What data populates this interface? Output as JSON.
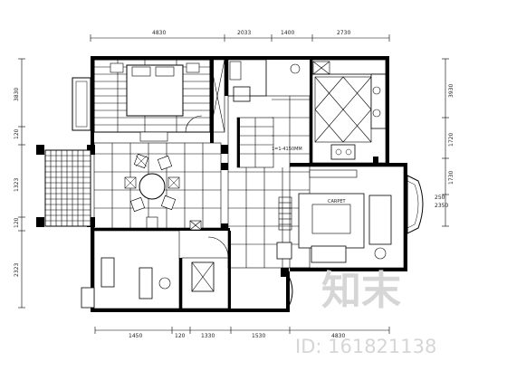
{
  "dimensions": {
    "top": [
      "4830",
      "2033",
      "1400",
      "2730"
    ],
    "bottom": [
      "1450",
      "120",
      "1330",
      "1530",
      "4830"
    ],
    "left": [
      "3830",
      "120",
      "1323",
      "120",
      "2323"
    ],
    "right": [
      "3930",
      "1720",
      "1730",
      "250",
      "2350"
    ]
  },
  "labels": {
    "carpet": "CARPET",
    "stair_note": "1=1-4150MM",
    "right_note_a": "250",
    "right_note_b": "2350"
  },
  "watermark": {
    "logo_text": "知末",
    "id_text": "ID: 161821138"
  },
  "colors": {
    "line": "#000000",
    "background": "#ffffff",
    "watermark": "#d6d6d6"
  }
}
